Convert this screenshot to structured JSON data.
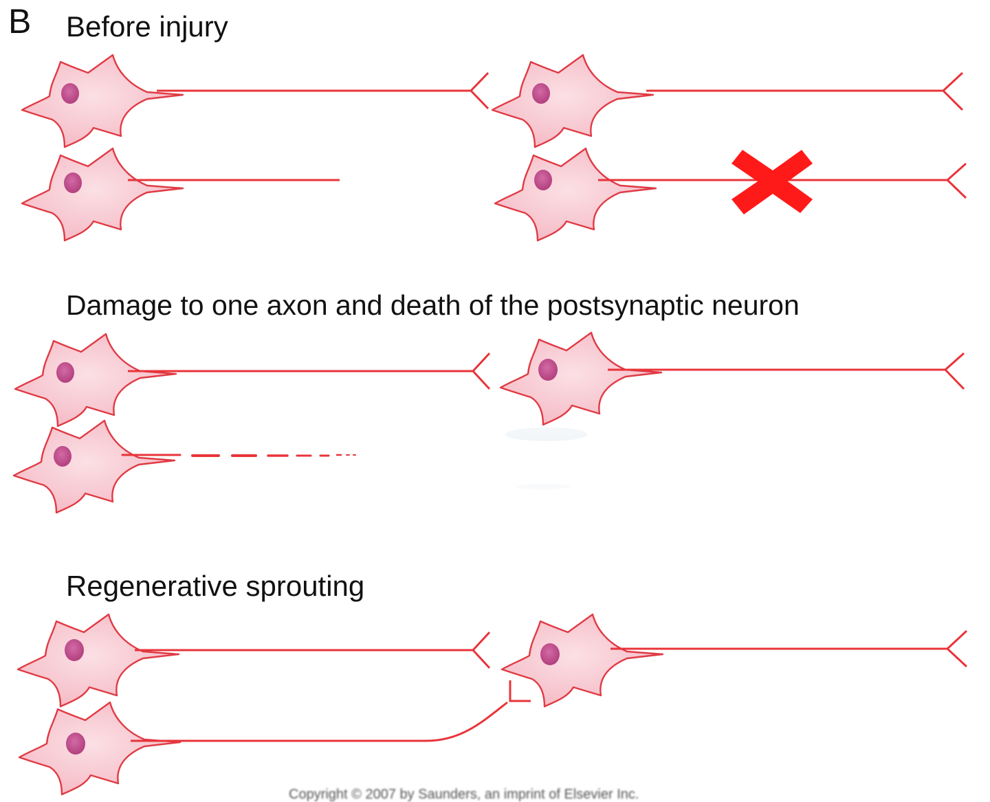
{
  "panel": {
    "letter": "B"
  },
  "sections": [
    {
      "title": "Before injury"
    },
    {
      "title": "Damage to one axon and death of the postsynaptic neuron"
    },
    {
      "title": "Regenerative sprouting"
    }
  ],
  "footer": {
    "copyright": "Copyright © 2007 by Saunders, an imprint of Elsevier Inc."
  },
  "colors": {
    "axon": "#e8343a",
    "soma_fill": "#f8c8d0",
    "soma_stroke": "#e03a44",
    "nucleus": "#c04c8c",
    "lesion_mark": "#ff1a1a"
  },
  "icons": {
    "lesion_marker": "x-mark-icon"
  }
}
